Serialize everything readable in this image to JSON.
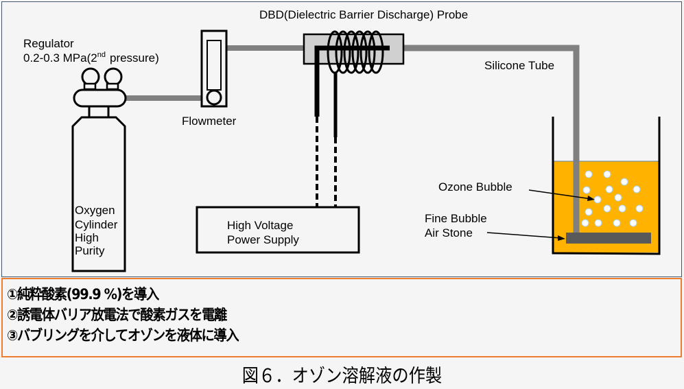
{
  "diagram": {
    "labels": {
      "regulator": "Regulator",
      "regulator_pressure_prefix": "0.2-0.3 MPa(2",
      "regulator_pressure_sup": "nd",
      "regulator_pressure_suffix": "pressure)",
      "flowmeter": "Flowmeter",
      "probe": "DBD(Dielectric Barrier Discharge) Probe",
      "silicone_tube": "Silicone Tube",
      "cylinder_lines": [
        "Oxygen",
        "Cylinder",
        "High",
        "Purity"
      ],
      "power_supply_lines": [
        "High Voltage",
        "Power Supply"
      ],
      "ozone_bubble": "Ozone Bubble",
      "air_stone_lines": [
        "Fine Bubble",
        "Air Stone"
      ]
    },
    "colors": {
      "frame_border": "#44546a",
      "steps_border": "#ed7d31",
      "liquid": "#ffb300",
      "tube": "#808080",
      "probe_body": "#d0d0d0",
      "air_stone": "#595959",
      "bubble": "#ffffff"
    }
  },
  "steps": [
    "①純粋酸素(99.9 %)を導入",
    "②誘電体バリア放電法で酸素ガスを電離",
    "③バブリングを介してオゾンを液体に導入"
  ],
  "caption": "図６．オゾン溶解液の作製"
}
